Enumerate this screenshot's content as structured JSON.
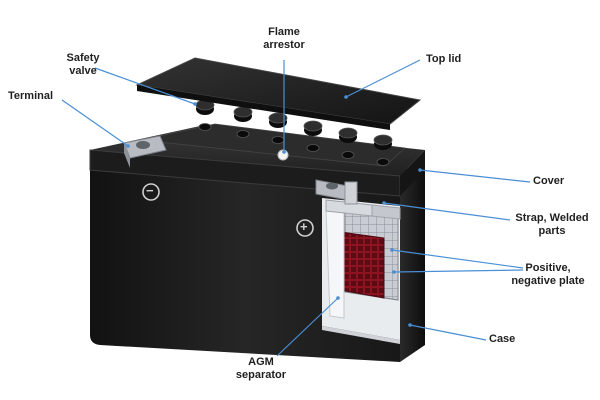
{
  "colors": {
    "leader": "#4a8fd6",
    "case": "#1a1a1a",
    "label_text": "#1f1f1f"
  },
  "labels": {
    "flame_arrestor": {
      "line1": "Flame",
      "line2": "arrestor"
    },
    "safety_valve": {
      "line1": "Safety",
      "line2": "valve"
    },
    "terminal": {
      "line1": "Terminal"
    },
    "top_lid": {
      "line1": "Top lid"
    },
    "cover": {
      "line1": "Cover"
    },
    "strap": {
      "line1": "Strap, Welded",
      "line2": "parts"
    },
    "plates": {
      "line1": "Positive,",
      "line2": "negative plate"
    },
    "case": {
      "line1": "Case"
    },
    "agm": {
      "line1": "AGM",
      "line2": "separator"
    }
  },
  "terminal_symbols": {
    "negative": "−",
    "positive": "+"
  }
}
